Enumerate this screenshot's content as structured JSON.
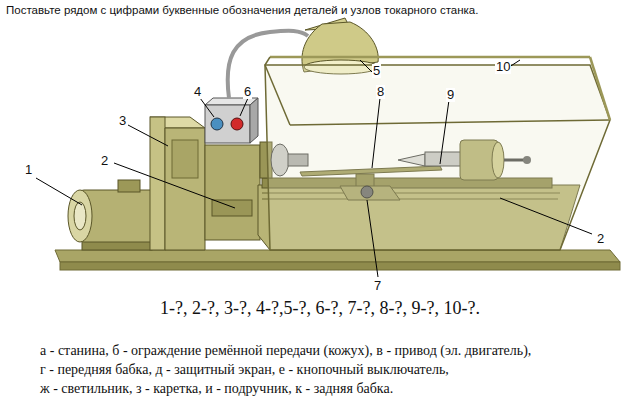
{
  "diagram": {
    "title": "Поставьте рядом с цифрами буквенные обозначения деталей и узлов токарного станка.",
    "labels": [
      "1",
      "2",
      "3",
      "4",
      "5",
      "6",
      "7",
      "8",
      "9",
      "10",
      "2",
      "1-?, 2-?, 3-?, 4-?,5-?, 6-?, 7-?, 8-?, 9-?, 10-?.",
      "а - станина, б - ограждение ремённой передачи (кожух), в - привод (эл. двигатель),",
      "г - передняя бабка, д - защитный экран, е - кнопочный выключатель,",
      "ж - светильник, з - каретка, и - подручник, к - задняя бабка."
    ]
  }
}
